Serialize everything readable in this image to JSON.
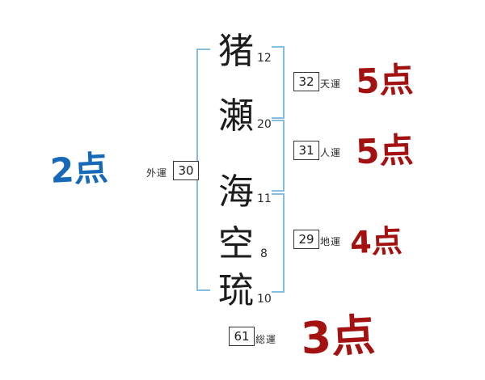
{
  "chart": {
    "characters": [
      {
        "char": "猪",
        "strokes": "12"
      },
      {
        "char": "瀬",
        "strokes": "20"
      },
      {
        "char": "海",
        "strokes": "11"
      },
      {
        "char": "空",
        "strokes": "8"
      },
      {
        "char": "琉",
        "strokes": "10"
      }
    ],
    "fortunes": {
      "ten": {
        "label": "天運",
        "value": "32",
        "score": "5点"
      },
      "jin": {
        "label": "人運",
        "value": "31",
        "score": "5点"
      },
      "chi": {
        "label": "地運",
        "value": "29",
        "score": "4点"
      },
      "sou": {
        "label": "総運",
        "value": "61",
        "score": "3点"
      },
      "gai": {
        "label": "外運",
        "value": "30",
        "score": "2点"
      }
    },
    "colors": {
      "score_red": "#a31111",
      "score_blue": "#1668b8",
      "bracket_blue": "#85bede"
    }
  }
}
